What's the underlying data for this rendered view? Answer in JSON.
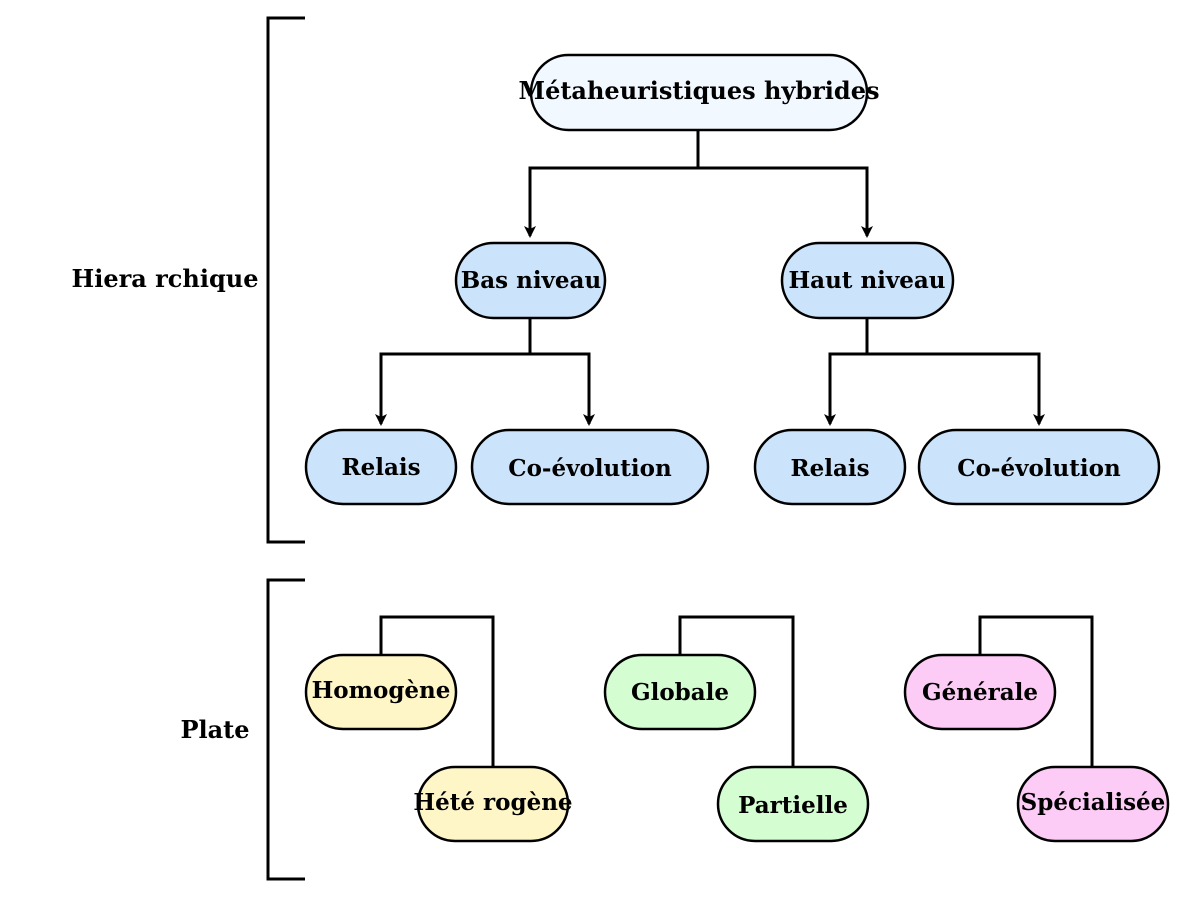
{
  "colors": {
    "root": "#f2f8ff",
    "level": "#cce4fb",
    "homogene": "#fff6c8",
    "globale": "#d4fdd2",
    "generale": "#fdccf6",
    "stroke": "#000000"
  },
  "sections": {
    "hierarchique": "Hiera rchique",
    "plate": "Plate"
  },
  "hierarchy": {
    "root": "Métaheuristiques hybrides",
    "bas_niveau": {
      "label": "Bas niveau",
      "children": [
        "Relais",
        "Co-évolution"
      ]
    },
    "haut_niveau": {
      "label": "Haut niveau",
      "children": [
        "Relais",
        "Co-évolution"
      ]
    }
  },
  "flat_pairs": [
    {
      "top": "Homogène",
      "bottom": "Hété rogène",
      "color_key": "homogene"
    },
    {
      "top": "Globale",
      "bottom": "Partielle",
      "color_key": "globale"
    },
    {
      "top": "Générale",
      "bottom": "Spécialisée",
      "color_key": "generale"
    }
  ]
}
